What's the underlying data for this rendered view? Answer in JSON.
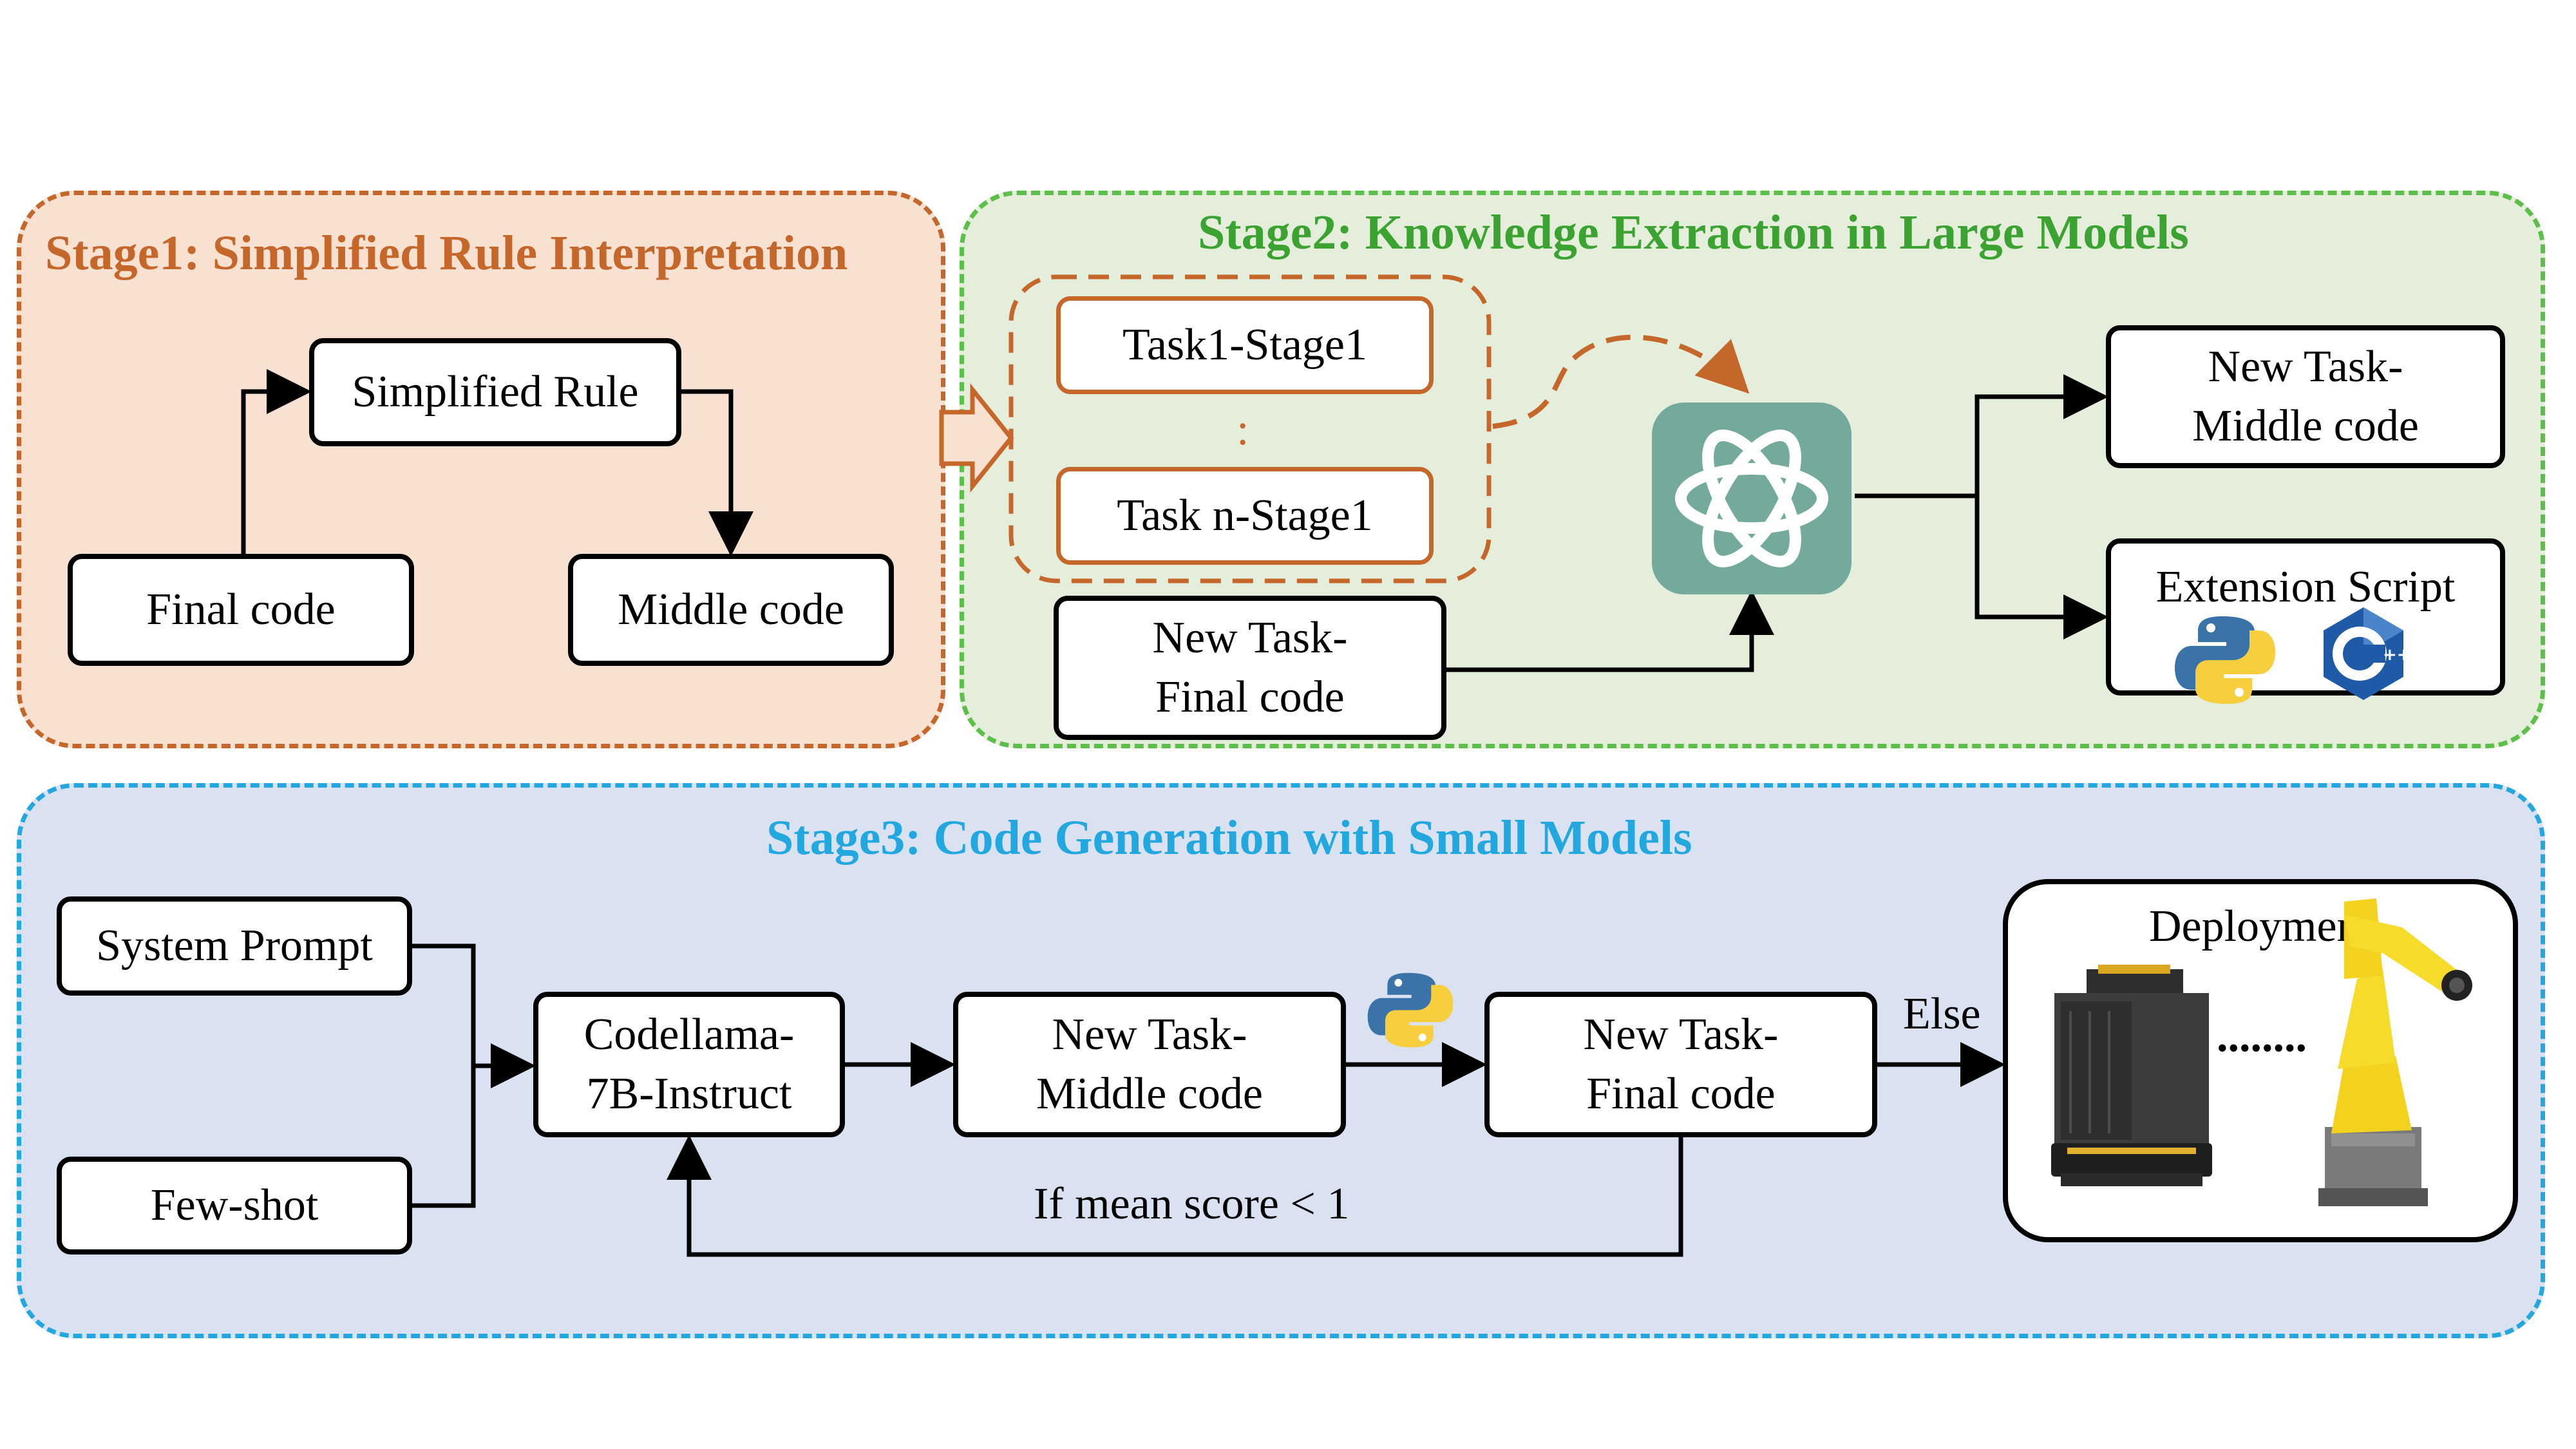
{
  "stage1": {
    "title": "Stage1: Simplified Rule Interpretation",
    "simplified_rule": "Simplified Rule",
    "final_code": "Final code",
    "middle_code": "Middle code"
  },
  "stage2": {
    "title": "Stage2: Knowledge Extraction in Large Models",
    "task1": "Task1-Stage1",
    "ellipsis": ":",
    "taskn": "Task n-Stage1",
    "new_task_final": "New Task-\nFinal code",
    "new_task_middle": "New Task-\nMiddle code",
    "extension_script": "Extension Script",
    "ext_dots": "···"
  },
  "stage3": {
    "title": "Stage3: Code Generation with Small Models",
    "system_prompt": "System Prompt",
    "few_shot": "Few-shot",
    "codellama": "Codellama-\n7B-Instruct",
    "new_task_middle": "New Task-\nMiddle code",
    "new_task_final": "New Task-\nFinal code",
    "else_label": "Else",
    "loop_label": "If mean score < 1",
    "deployment": "Deployment",
    "deploy_dots": "........"
  },
  "icons": [
    "llm-logo-icon",
    "python-icon",
    "cpp-icon",
    "robot-cabinet-icon",
    "robot-arm-icon"
  ],
  "colors": {
    "stage1_accent": "#c5662b",
    "stage2_accent": "#3ca332",
    "stage3_accent": "#22a7df",
    "llm_logo_bg": "#74aa9c"
  }
}
